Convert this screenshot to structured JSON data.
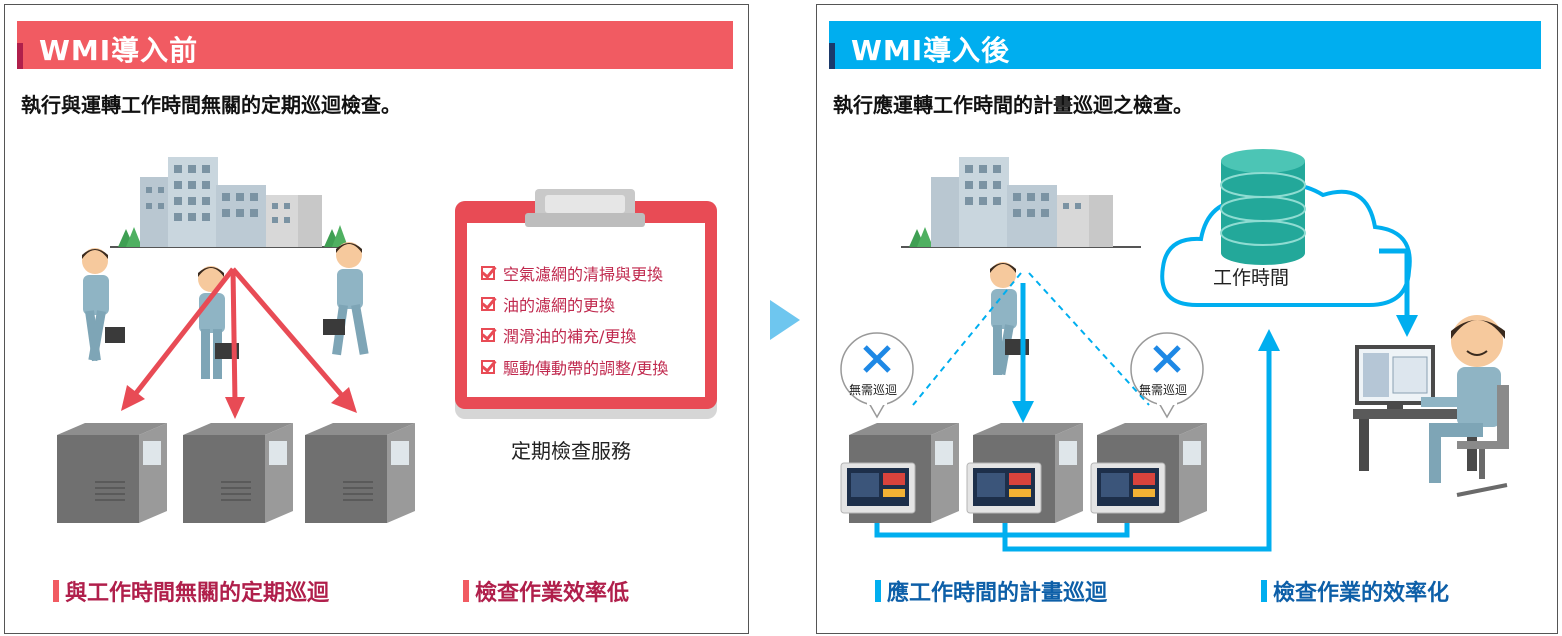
{
  "before": {
    "title": "WMI導入前",
    "subtitle": "執行與運轉工作時間無關的定期巡迴檢查。",
    "clipboard_items": [
      "空氣濾網的清掃與更換",
      "油的濾網的更換",
      "潤滑油的補充/更換",
      "驅動傳動帶的調整/更換"
    ],
    "clipboard_caption": "定期檢查服務",
    "bottom_left": "與工作時間無關的定期巡迴",
    "bottom_right": "檢查作業效率低"
  },
  "after": {
    "title": "WMI導入後",
    "subtitle": "執行應運轉工作時間的計畫巡迴之檢查。",
    "cloud_label": "工作時間",
    "no_patrol_left": "無需巡迴",
    "no_patrol_right": "無需巡迴",
    "bottom_left": "應工作時間的計畫巡迴",
    "bottom_right": "檢查作業的效率化"
  },
  "colors": {
    "before_accent": "#f15b62",
    "after_accent": "#00aeef",
    "dark_red": "#b01f4b",
    "dark_blue": "#0d5fa8"
  },
  "icons": [
    "building-icon",
    "worker-icon",
    "compressor-icon",
    "clipboard-icon",
    "arrow-right-icon",
    "database-icon",
    "cloud-icon",
    "monitor-panel-icon",
    "x-mark-icon",
    "office-worker-icon"
  ]
}
